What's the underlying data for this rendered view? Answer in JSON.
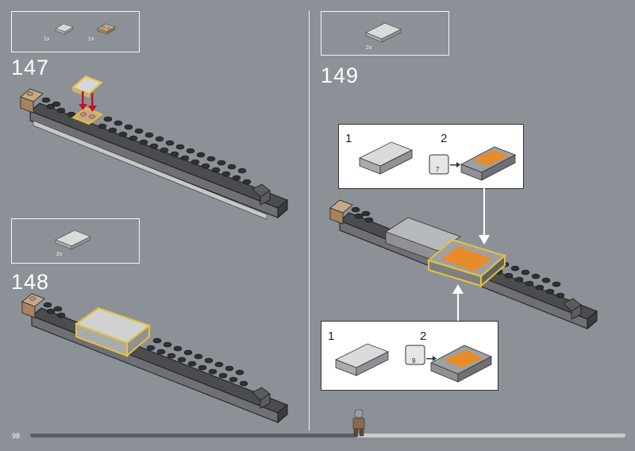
{
  "steps": [
    {
      "number": "147",
      "parts": [
        {
          "qty": "1x"
        },
        {
          "qty": "1x"
        }
      ]
    },
    {
      "number": "148",
      "parts": [
        {
          "qty": "2x"
        }
      ]
    },
    {
      "number": "149",
      "parts": [
        {
          "qty": "2x"
        }
      ]
    }
  ],
  "callout_top": {
    "step1": "1",
    "step2": "2",
    "sticker": "7"
  },
  "callout_bottom": {
    "step1": "1",
    "step2": "2",
    "sticker": "9"
  },
  "page_number": "98",
  "progress": {
    "fraction": 0.55
  },
  "colors": {
    "background": "#8b9196",
    "highlight": "#e8c13a",
    "arrow_red": "#c8102e",
    "sticker_orange": "#f08a1c"
  }
}
